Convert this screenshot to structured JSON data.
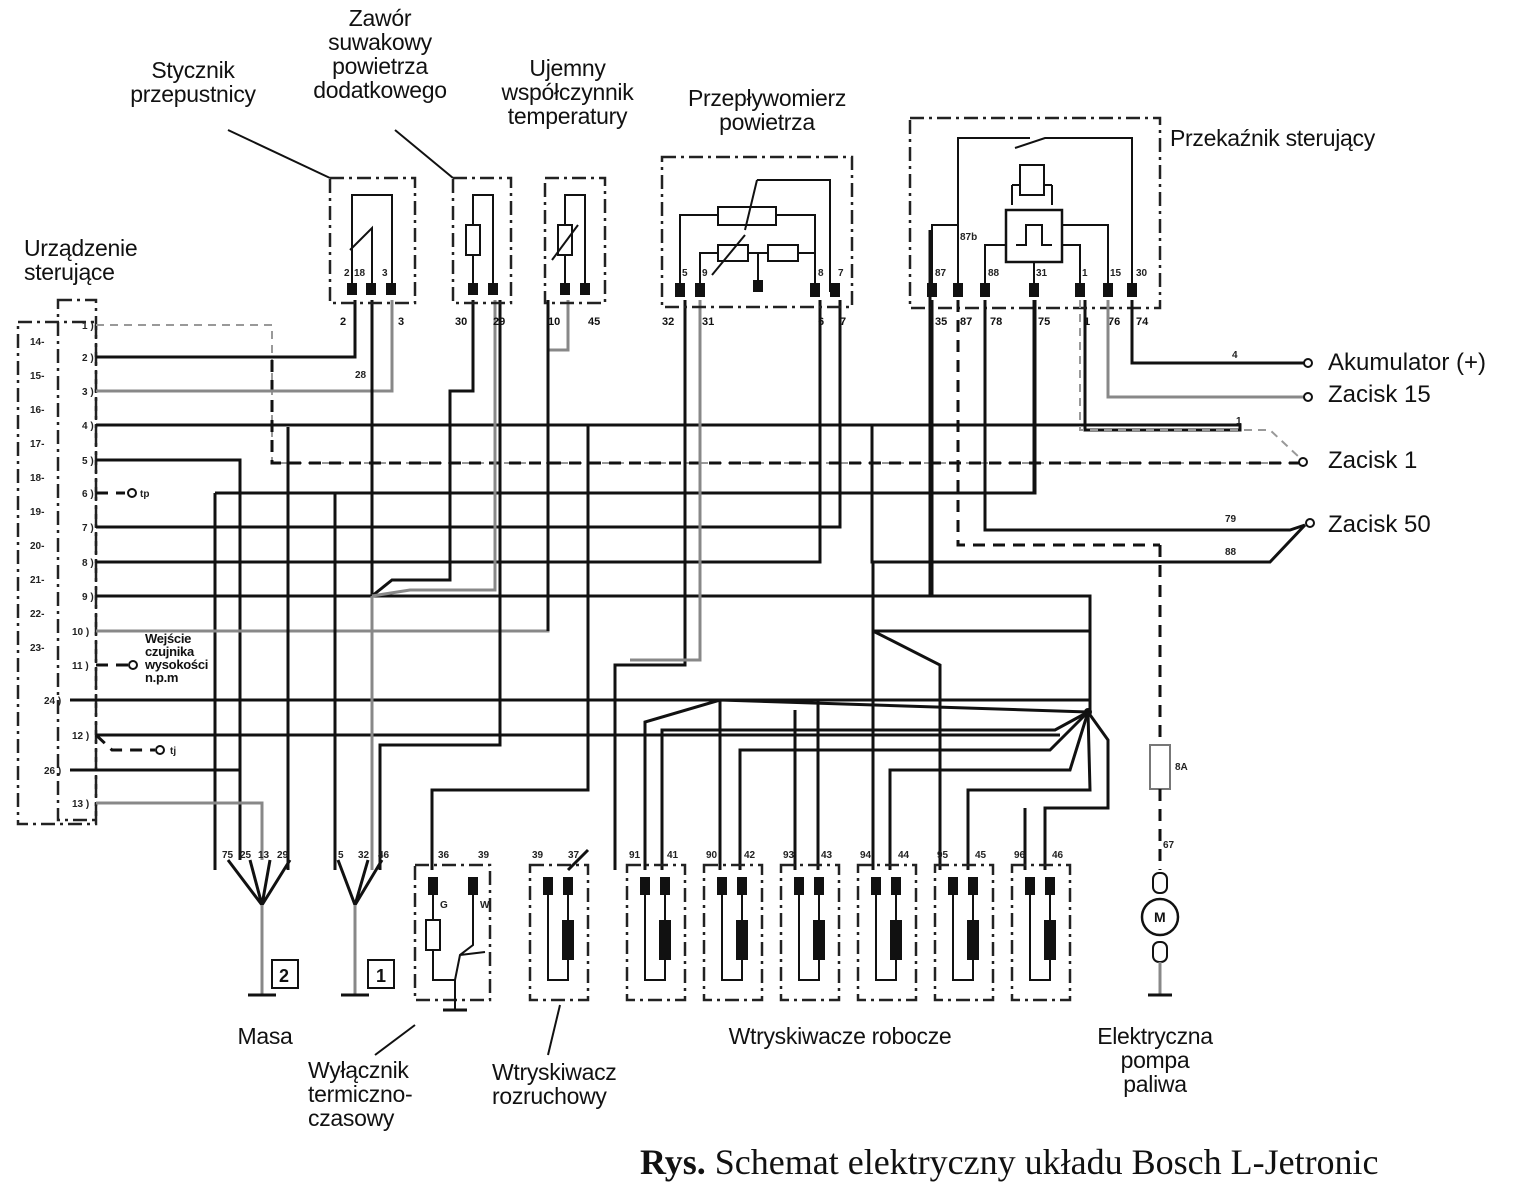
{
  "caption": {
    "prefix": "Rys.",
    "text": "Schemat elektryczny układu Bosch L-Jetronic"
  },
  "components": {
    "control_unit": "Urządzenie\nsterujące",
    "throttle_switch": "Stycznik\nprzepustnicy",
    "aux_air_valve": "Zawór\nsuwakowy\npowietrza\ndodatkowego",
    "temp_sensor": "Ujemny\nwspółczynnik\ntemperatury",
    "air_flow_meter": "Przepływomierz\npowietrza",
    "control_relay": "Przekaźnik sterujący",
    "ground": "Masa",
    "thermo_time_switch": "Wyłącznik\ntermiczno-\nczasowy",
    "cold_start_injector": "Wtryskiwacz\nrozruchowy",
    "injectors": "Wtryskiwacze robocze",
    "fuel_pump": "Elektryczna\npompa\npaliwa",
    "altitude_sensor": "Wejście\nczujnika\nwysokości\nn.p.m"
  },
  "terminals": {
    "battery": "Akumulator (+)",
    "t15": "Zacisk 15",
    "t1": "Zacisk 1",
    "t50": "Zacisk 50"
  },
  "control_unit_pins": {
    "inner": [
      "1",
      "2",
      "3",
      "4",
      "5",
      "6",
      "7",
      "8",
      "9",
      "10",
      "11",
      "24",
      "12",
      "26",
      "13"
    ],
    "outer": [
      "14",
      "15",
      "16",
      "17",
      "18",
      "19",
      "20",
      "21",
      "22",
      "23"
    ],
    "aux_labels": {
      "pin6": "tp",
      "pin12": "tj"
    }
  },
  "throttle_switch_pins": {
    "inner": [
      "2",
      "18",
      "3"
    ],
    "outer": [
      "2",
      "3"
    ],
    "wire": "28"
  },
  "aux_air_pins": [
    "30",
    "29"
  ],
  "temp_sensor_pins": [
    "10",
    "45"
  ],
  "air_flow_pins": {
    "inner": [
      "5",
      "9",
      "8",
      "7"
    ],
    "outer": [
      "32",
      "31",
      "6",
      "7"
    ]
  },
  "relay_pins": {
    "inner": [
      "87",
      "87b",
      "88",
      "31",
      "1",
      "15",
      "30"
    ],
    "outer": [
      "35",
      "87",
      "78",
      "75",
      "1",
      "76",
      "74"
    ]
  },
  "ground_groups": [
    {
      "id": "2",
      "pins": [
        "75",
        "25",
        "13",
        "29"
      ]
    },
    {
      "id": "1",
      "pins": [
        "5",
        "32",
        "46"
      ]
    }
  ],
  "thermo_switch_pins": {
    "top": [
      "36",
      "39"
    ],
    "inner": [
      "G",
      "W"
    ]
  },
  "cold_start_pins": [
    "39",
    "37"
  ],
  "injector_pins": [
    [
      "91",
      "41"
    ],
    [
      "90",
      "42"
    ],
    [
      "93",
      "43"
    ],
    [
      "94",
      "44"
    ],
    [
      "95",
      "45"
    ],
    [
      "96",
      "46"
    ]
  ],
  "pump": {
    "fuse": "8A",
    "wire": "67",
    "motor": "M"
  },
  "wire_labels": {
    "battery": "4",
    "t1": "1",
    "t50_a": "79",
    "t50_b": "88"
  }
}
